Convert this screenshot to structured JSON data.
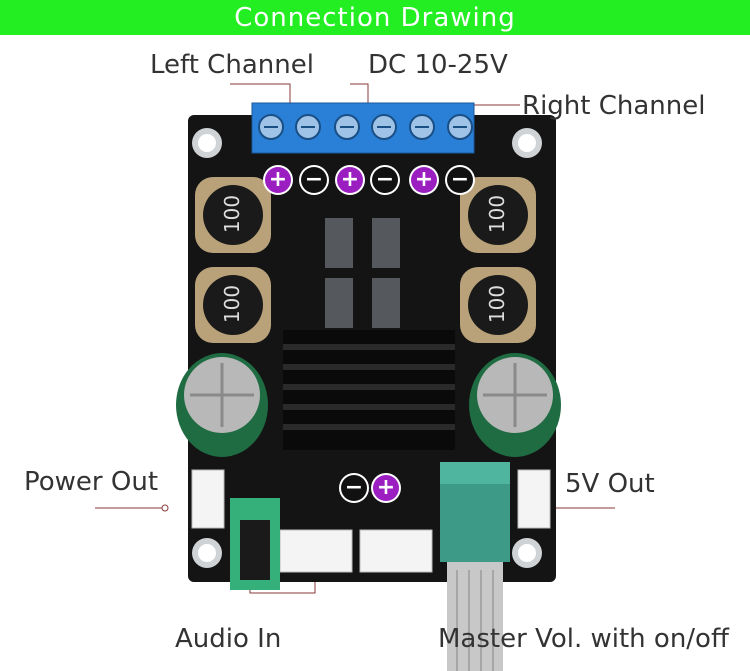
{
  "header": {
    "title": "Connection Drawing"
  },
  "labels": {
    "left_channel": "Left Channel",
    "dc_input": "DC 10-25V",
    "right_channel": "Right Channel",
    "power_out": "Power Out",
    "five_v_out": "5V Out",
    "audio_in": "Audio In",
    "master_vol": "Master Vol. with on/off"
  },
  "inductors": {
    "marking": "100"
  },
  "polarity": {
    "plus": "+",
    "minus": "−"
  },
  "colors": {
    "banner": "#22ee22",
    "plus": "#9b1ec0",
    "minus": "#111111",
    "board": "#141414",
    "terminal": "#2a7fd6"
  }
}
